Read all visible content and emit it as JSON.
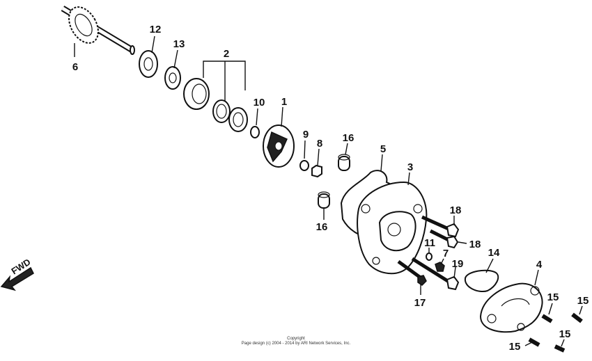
{
  "diagram": {
    "direction_label": "FWD",
    "copyright_line1": "Copyright",
    "copyright_line2": "Page design (c) 2004 - 2014 by ARI Network Services, Inc.",
    "callouts": {
      "c1": "1",
      "c2": "2",
      "c3": "3",
      "c4": "4",
      "c5": "5",
      "c6": "6",
      "c7": "7",
      "c8": "8",
      "c9": "9",
      "c10": "10",
      "c11": "11",
      "c12": "12",
      "c13": "13",
      "c14": "14",
      "c15a": "15",
      "c15b": "15",
      "c15c": "15",
      "c15d": "15",
      "c16a": "16",
      "c16b": "16",
      "c17": "17",
      "c18a": "18",
      "c18b": "18",
      "c19": "19"
    }
  }
}
